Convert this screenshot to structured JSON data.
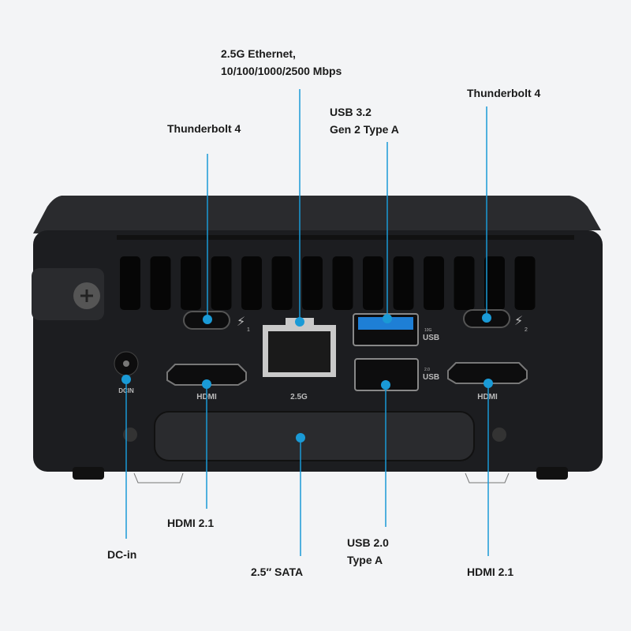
{
  "labels": {
    "ethernet_line1": "2.5G Ethernet,",
    "ethernet_line2": "10/100/1000/2500 Mbps",
    "thunderbolt_left": "Thunderbolt 4",
    "usb32_line1": "USB 3.2",
    "usb32_line2": "Gen 2 Type A",
    "thunderbolt_right": "Thunderbolt 4",
    "hdmi_left": "HDMI 2.1",
    "dc_in": "DC-in",
    "sata": "2.5″ SATA",
    "usb20_line1": "USB 2.0",
    "usb20_line2": "Type A",
    "hdmi_right": "HDMI 2.1"
  },
  "device_marks": {
    "hdmi": "HDMI",
    "eth": "2.5G",
    "usb_10g": "10G",
    "usb_20": "2.0",
    "usb": "USB",
    "dcin": "DCIN",
    "tb1": "1",
    "tb2": "2"
  },
  "colors": {
    "callout": "#1a9ad6",
    "body": "#1c1d20"
  }
}
